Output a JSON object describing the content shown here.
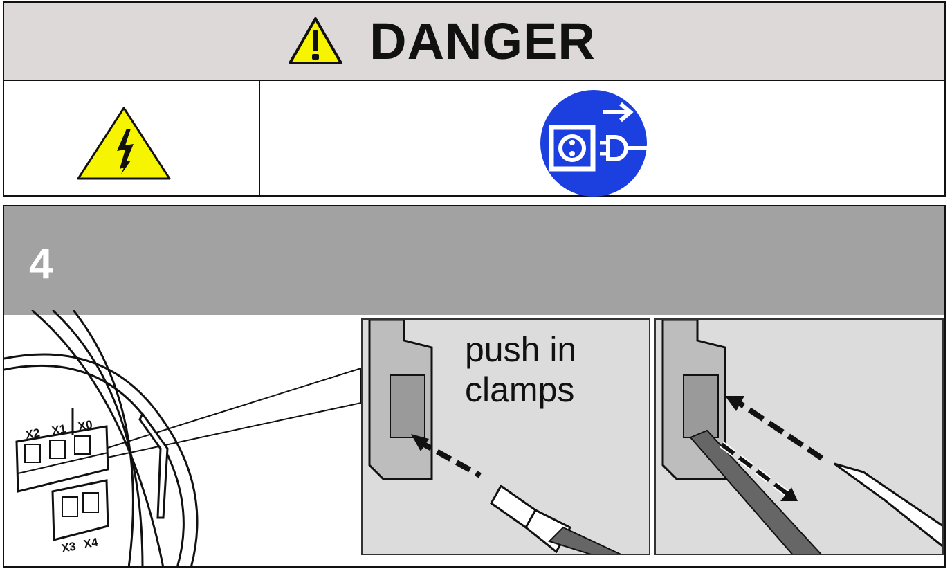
{
  "danger": {
    "title": "DANGER"
  },
  "icons": {
    "warning": "warning-triangle-icon",
    "electric_shock": "electric-shock-icon",
    "disconnect_mains": "disconnect-mains-plug-icon"
  },
  "step": {
    "number": "4"
  },
  "device": {
    "terminal_labels": [
      "X2",
      "X1",
      "X0",
      "X3",
      "X4"
    ]
  },
  "instructions": {
    "clamp_line1": "push in",
    "clamp_line2": "clamps"
  },
  "colors": {
    "header_gray": "#dcd9d8",
    "step_gray": "#a2a2a2",
    "warning_yellow": "#f7f400",
    "mandatory_blue": "#1c3fe0",
    "panel_gray": "#dcdcdc"
  }
}
